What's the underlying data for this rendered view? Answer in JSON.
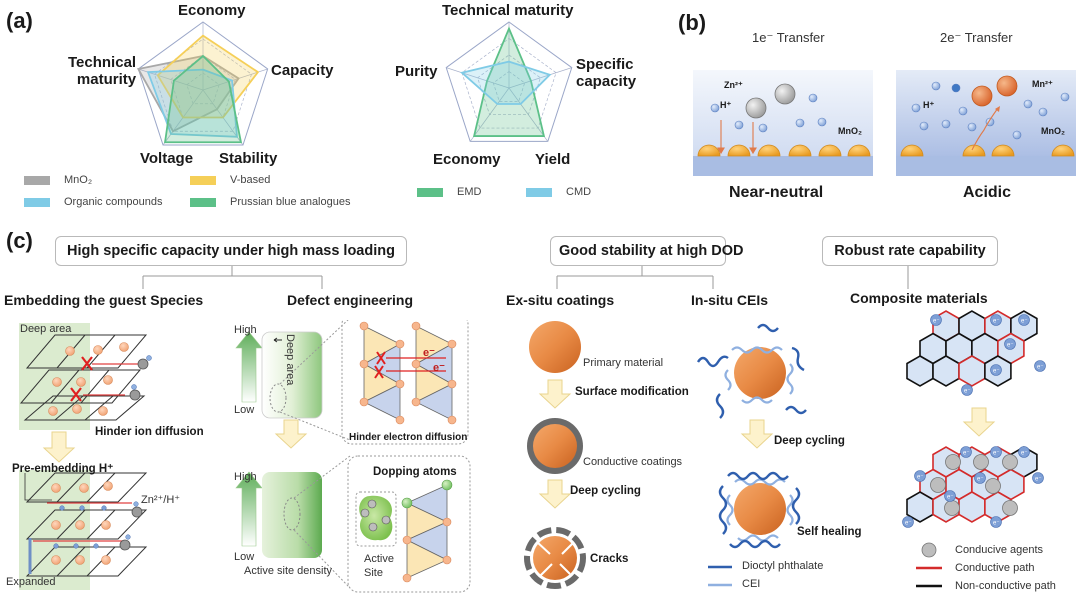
{
  "panel_a": {
    "label": "(a)",
    "radar1": {
      "axes": [
        "Economy",
        "Capacity",
        "Stability",
        "Voltage",
        "Technical maturity"
      ],
      "axis_label_lines": {
        "economy": "Economy",
        "capacity": "Capacity",
        "stability": "Stability",
        "voltage": "Voltage",
        "technical_maturity_1": "Technical",
        "technical_maturity_2": "maturity"
      },
      "legend": [
        {
          "name": "MnO₂",
          "color": "#a8a8a8"
        },
        {
          "name": "V-based",
          "color": "#f5cf58"
        },
        {
          "name": "Organic compounds",
          "color": "#7fcbe6"
        },
        {
          "name": "Prussian blue analogues",
          "color": "#5cc088"
        }
      ]
    },
    "radar2": {
      "axes": [
        "Technical maturity",
        "Specific capacity",
        "Yield",
        "Economy",
        "Purity"
      ],
      "axis_label_lines": {
        "technical_maturity": "Technical maturity",
        "specific_capacity_1": "Specific",
        "specific_capacity_2": "capacity",
        "yield": "Yield",
        "economy": "Economy",
        "purity": "Purity"
      },
      "legend": [
        {
          "name": "EMD",
          "color": "#5cc088"
        },
        {
          "name": "CMD",
          "color": "#7fcbe6"
        }
      ]
    }
  },
  "chart_data": [
    {
      "type": "radar",
      "title": "",
      "axes": [
        "Economy",
        "Capacity",
        "Stability",
        "Voltage",
        "Technical maturity"
      ],
      "range": [
        0,
        1
      ],
      "grid_levels": 4,
      "series": [
        {
          "name": "MnO2",
          "color": "#a8a8a8",
          "values": [
            0.5,
            0.55,
            0.35,
            0.75,
            1.0
          ]
        },
        {
          "name": "V-based",
          "color": "#f5cf58",
          "values": [
            0.8,
            0.85,
            0.5,
            0.5,
            0.7
          ]
        },
        {
          "name": "Organic compounds",
          "color": "#7fcbe6",
          "values": [
            0.3,
            0.45,
            0.85,
            0.8,
            0.85
          ]
        },
        {
          "name": "Prussian blue analogues",
          "color": "#5cc088",
          "values": [
            0.5,
            0.4,
            0.95,
            0.95,
            0.45
          ]
        }
      ],
      "legend_position": "bottom"
    },
    {
      "type": "radar",
      "title": "",
      "axes": [
        "Technical maturity",
        "Specific capacity",
        "Yield",
        "Economy",
        "Purity"
      ],
      "range": [
        0,
        1
      ],
      "grid_levels": 4,
      "series": [
        {
          "name": "EMD",
          "color": "#5cc088",
          "values": [
            0.9,
            0.35,
            0.9,
            0.9,
            0.35
          ]
        },
        {
          "name": "CMD",
          "color": "#7fcbe6",
          "values": [
            0.4,
            0.65,
            0.3,
            0.3,
            0.75
          ]
        }
      ],
      "legend_position": "bottom"
    }
  ],
  "panel_b": {
    "label": "(b)",
    "left": {
      "transfer": "1e⁻ Transfer",
      "condition": "Near-neutral",
      "ion_h": "H⁺",
      "ion_zn": "Zn²⁺",
      "electrode": "MnO₂"
    },
    "right": {
      "transfer": "2e⁻ Transfer",
      "condition": "Acidic",
      "ion_h": "H⁺",
      "ion_mn": "Mn²⁺",
      "electrode": "MnO₂"
    }
  },
  "panel_c": {
    "label": "(c)",
    "group1": {
      "heading": "High specific capacity under high mass loading",
      "embedding": {
        "title": "Embedding the guest Species",
        "deep_area": "Deep area",
        "hinder": "Hinder ion diffusion",
        "pre_embedding": "Pre-embedding H⁺",
        "ion_label": "Zn²⁺/H⁺",
        "expanded": "Expanded"
      },
      "defect": {
        "title": "Defect engineering",
        "high": "High",
        "low": "Low",
        "deep_area": "Deep area",
        "hinder_electron": "Hinder electron diffusion",
        "electron": "e⁻",
        "dopping": "Dopping atoms",
        "active_site_1": "Active",
        "active_site_2": "Site",
        "active_density": "Active site density"
      }
    },
    "group2": {
      "heading": "Good stability at high DOD",
      "exsitu": {
        "title": "Ex-situ coatings",
        "primary": "Primary material",
        "surface_mod": "Surface modification",
        "conductive": "Conductive coatings",
        "deep_cycling": "Deep cycling",
        "cracks": "Cracks"
      },
      "insitu": {
        "title": "In-situ CEIs",
        "deep_cycling": "Deep cycling",
        "self_healing": "Self healing",
        "legend": [
          {
            "name": "Dioctyl phthalate",
            "color": "#2f5fae"
          },
          {
            "name": "CEI",
            "color": "#8fb0e0"
          }
        ]
      }
    },
    "group3": {
      "heading": "Robust rate capability",
      "composite": {
        "title": "Composite materials",
        "electron": "e⁻",
        "legend": [
          {
            "name": "Conducive agents",
            "color": "#bdbdbd"
          },
          {
            "name": "Conductive path",
            "color": "#d42b2b"
          },
          {
            "name": "Non-conductive path",
            "color": "#111111"
          }
        ]
      }
    }
  }
}
